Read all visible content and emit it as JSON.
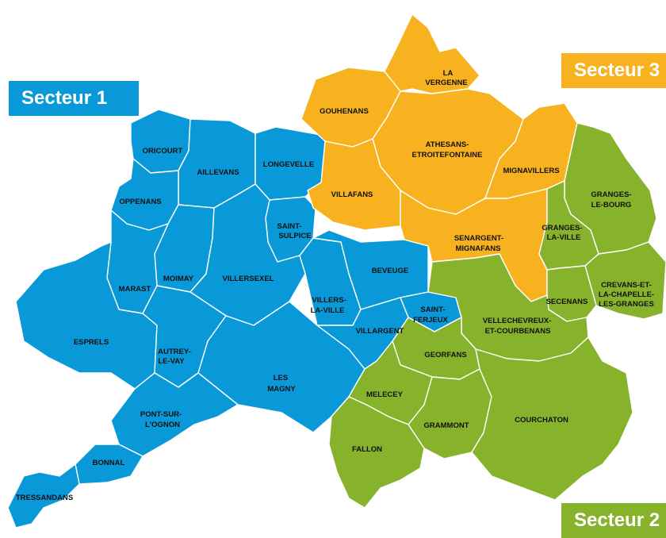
{
  "sectors": {
    "s1": "Secteur 1",
    "s2": "Secteur 2",
    "s3": "Secteur 3"
  },
  "colors": {
    "secteur_1": "#0a99d8",
    "secteur_2": "#86b22c",
    "secteur_3": "#f9b21f"
  },
  "communes": {
    "oricourt": "ORICOURT",
    "aillevans": "AILLEVANS",
    "longevelle": "LONGEVELLE",
    "oppenans": "OPPENANS",
    "saint_sulpice": [
      "SAINT-",
      "SULPICE"
    ],
    "moimay": "MOIMAY",
    "villersexel": "VILLERSEXEL",
    "marast": "MARAST",
    "esprels": "ESPRELS",
    "autrey_le_vay": [
      "AUTREY-",
      "LE-VAY"
    ],
    "les_magny": [
      "LES",
      "MAGNY"
    ],
    "pont_sur_lognon": [
      "PONT-SUR-",
      "L'OGNON"
    ],
    "bonnal": "BONNAL",
    "tressandans": "TRESSANDANS",
    "villers_la_ville": [
      "VILLERS-",
      "LA-VILLE"
    ],
    "beveuge": "BEVEUGE",
    "villargent": "VILLARGENT",
    "saint_ferjeux": [
      "SAINT-",
      "FERJEUX"
    ],
    "gouhenans": "GOUHENANS",
    "la_vergenne": [
      "LA",
      "VERGENNE"
    ],
    "athesans": [
      "ATHESANS-",
      "ETROITEFONTAINE"
    ],
    "villafans": "VILLAFANS",
    "mignavillers": "MIGNAVILLERS",
    "senargent": [
      "SENARGENT-",
      "MIGNAFANS"
    ],
    "granges_le_bourg": [
      "GRANGES-",
      "LE-BOURG"
    ],
    "granges_la_ville": [
      "GRANGES-",
      "LA-VILLE"
    ],
    "crevans": [
      "CREVANS-ET-",
      "LA-CHAPELLE-",
      "LES-GRANGES"
    ],
    "secenans": "SECENANS",
    "vellechevreux": [
      "VELLECHEVREUX-",
      "ET-COURBENANS"
    ],
    "georfans": "GEORFANS",
    "melecey": "MELECEY",
    "grammont": "GRAMMONT",
    "courchaton": "COURCHATON",
    "fallon": "FALLON"
  }
}
